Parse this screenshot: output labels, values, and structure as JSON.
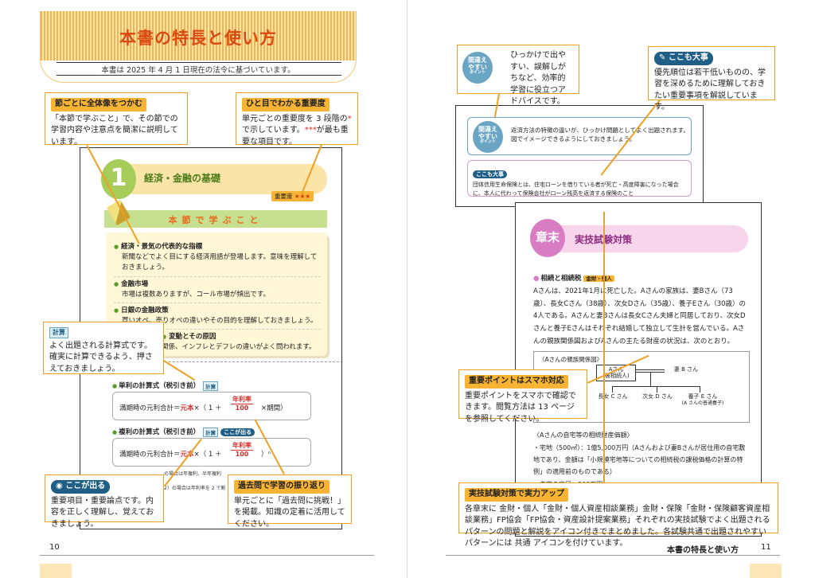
{
  "left": {
    "title": "本書の特長と使い方",
    "note": "本書は 2025 年 4 月 1 日現在の法令に基づいています。",
    "page_number": "10",
    "callouts": {
      "overview": {
        "tag": "節ごとに全体像をつかむ",
        "text": "「本節で学ぶこと」で、その節での学習内容や注意点を簡潔に説明しています。"
      },
      "importance": {
        "tag": "ひと目でわかる重要度",
        "text_before": "単元ごとの重要度を 3 段階の",
        "star": "*",
        "text_mid": "で示しています。",
        "stars3": "***",
        "text_after": "が最も重要な項目です。"
      },
      "calc": {
        "tag": "計算",
        "text": "よく出題される計算式です。確実に計算できるよう、押さえておきましょう。"
      },
      "koko": {
        "tag": "ここが出る",
        "text": "重要項目・重要論点です。内容を正しく理解し、覚えておきましょう。"
      },
      "kako": {
        "tag": "過去問で学習の振り返り",
        "text": "単元ごとに「過去問に挑戦！」を掲載。知識の定着に活用してください。"
      }
    },
    "sample": {
      "section_number": "1",
      "section_title": "経済・金融の基礎",
      "importance_label": "重要度",
      "importance_stars": "★★★",
      "learn_title": "本節で学ぶこと",
      "items": [
        {
          "head": "経済・景気の代表的な指標",
          "desc": "新聞などでよく目にする経済用語が登場します。意味を理解しておきましょう。"
        },
        {
          "head": "金融市場",
          "desc": "市場は複数ありますが、コール市場が頻出です。"
        },
        {
          "head": "日銀の金融政策",
          "desc": "買いオペ、売りオペの違いやその目的を理解しておきましょう。"
        },
        {
          "head": "変動とその原因",
          "desc": "関係、インフレとデフレの違いがよく問われます。"
        }
      ],
      "formula1_head": "単利の計算式（税引き前）",
      "formula1_label": "満期時の元利合計＝",
      "formula1_red": "元本",
      "formula1_mid": "×（ 1 ＋",
      "formula1_num": "年利率",
      "formula1_den": "100",
      "formula1_tail": "×期間）",
      "formula2_head": "複利の計算式（税引き前）",
      "formula2_label": "満期時の元利合計＝",
      "formula2_red": "元本",
      "formula2_mid": "×（ 1 ＋",
      "formula2_num": "年利率",
      "formula2_den": "100",
      "formula2_tail": "）ⁿ",
      "calc_tag": "計算",
      "koko_tag": "ここが出る",
      "tiny1": "の場合は年複利、半年複利",
      "tiny2": "2）の場合は年利率を 2 で割"
    }
  },
  "right": {
    "page_number": "11",
    "running_head": "本書の特長と使い方",
    "callouts": {
      "miss": {
        "badge_line1": "間違え",
        "badge_line2": "やすい",
        "badge_line3": "ポイント",
        "text": "ひっかけで出やすい、誤解しがちなど、効率的学習に役立つアドバイスです。"
      },
      "koko_daiji": {
        "tag": "ここも大事",
        "text": "優先順位は若干低いものの、学習を深めるために理解しておきたい重要事項を解説しています。"
      },
      "smartphone": {
        "tag": "重要ポイントはスマホ対応",
        "text": "重要ポイントをスマホで確認できます。閲覧方法は 13 ページを参照してください。"
      },
      "jitsugi": {
        "tag": "実技試験対策で実力アップ",
        "text": "各章末に 金財・個人「金財・個人資産相談業務」金財・保険「金財・保険顧客資産相談業務」FP協会「FP協会・資産設計提案業務」それぞれの実技試験でよく出題されるパターンの問題と解説をアイコン付きでまとめました。各試験共通で出題されやすいパターンには 共通 アイコンを付けています。"
      }
    },
    "sample_top": {
      "miss_text": "返済方法の特徴の違いが、ひっかけ問題としてよく出題されます。図でイメージできるようにしておきましょう。",
      "imp_tag": "ここも大事",
      "imp_text": "団体信用生命保険とは、住宅ローンを借りている者が死亡・高度障害になった場合に、本人に代わって保険会社がローン残高を返済する保険のこと"
    },
    "sample_main": {
      "chapter_badge": "章末",
      "chapter_title": "実技試験対策",
      "case_head": "相続と相続税",
      "case_tag": "金財・個人",
      "case_body": "Aさんは、2021年1月に死亡した。Aさんの家族は、妻Bさん（73歳）、長女Cさん（38歳）、次女Dさん（35歳）、養子Eさん（30歳）の4人である。Aさんと妻Bさんは長女Cさん夫婦と同居しており、次女Dさんと養子Eさんはそれぞれ結婚して独立して生計を営んでいる。Aさんの親族関係図およびAさんの主たる財産の状況は、次のとおり。",
      "rel_head": "〈Aさんの親族関係図〉",
      "rel_a": "Aさん",
      "rel_a_sub": "(被相続人)",
      "rel_b": "妻 B さん",
      "rel_c": "長女 C さん",
      "rel_d": "次女 D さん",
      "rel_e": "養子 E さん",
      "rel_e_sub": "(A さんの普通養子)",
      "asset_head": "〈Aさんの自宅等の相続財産価額〉",
      "assets": [
        "・宅地（500㎡）：1億5,000万円（Aさんおよび妻Bさんが居住用の自宅敷地であり、金額は「小規模宅地等についての相続税の課税価格の計算の特例」の適用前のものである）",
        "・自宅の家屋：300万円"
      ]
    }
  }
}
